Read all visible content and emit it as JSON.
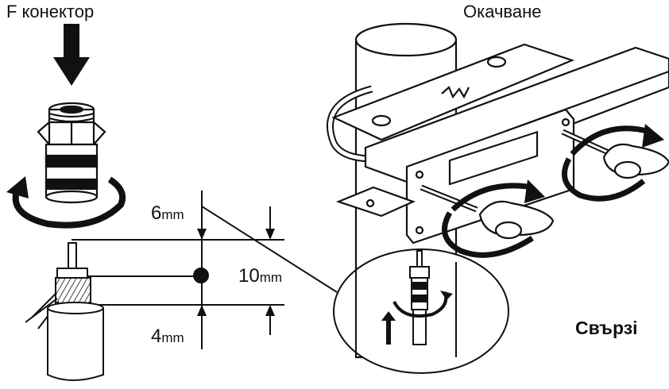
{
  "labels": {
    "f_connector": "F конектор",
    "mounting": "Окачване",
    "connection": "Свързі"
  },
  "dimensions": [
    {
      "value": "6",
      "unit": "mm"
    },
    {
      "value": "10",
      "unit": "mm"
    },
    {
      "value": "4",
      "unit": "mm"
    }
  ],
  "colors": {
    "ink": "#111111",
    "background": "#ffffff"
  }
}
